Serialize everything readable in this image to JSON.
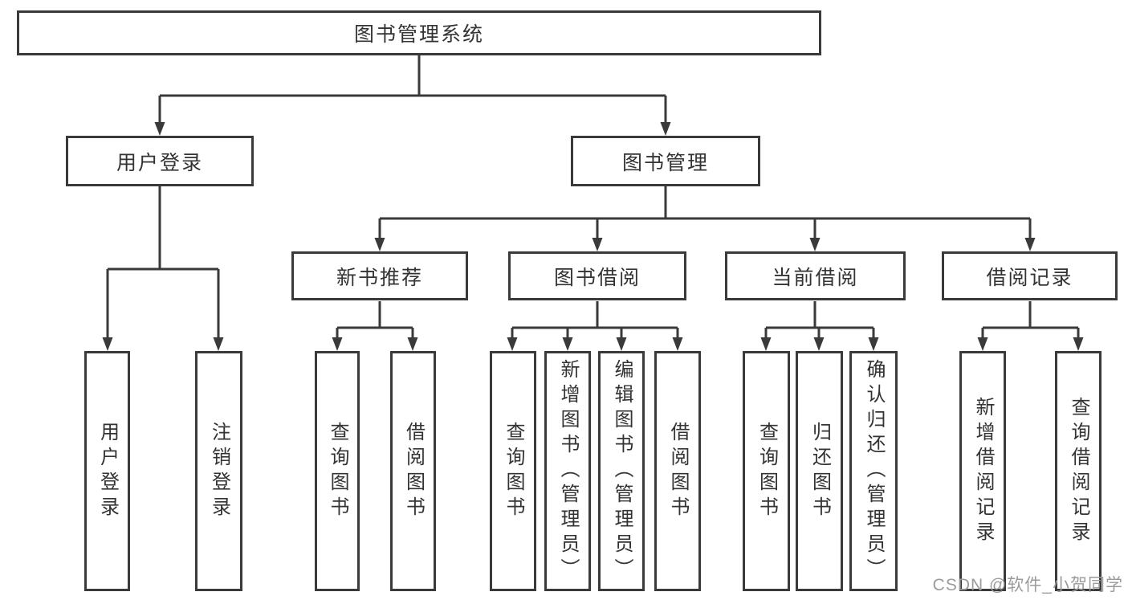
{
  "diagram": {
    "title": "图书管理系统",
    "type": "hierarchy-tree"
  },
  "nodes": {
    "root": {
      "label": "图书管理系统"
    },
    "user_login": {
      "label": "用户登录"
    },
    "book_mgmt": {
      "label": "图书管理"
    },
    "new_rec": {
      "label": "新书推荐"
    },
    "book_borrow": {
      "label": "图书借阅"
    },
    "current_borrow": {
      "label": "当前借阅"
    },
    "borrow_records": {
      "label": "借阅记录"
    },
    "leaf_user_login": {
      "label": "用户登录"
    },
    "leaf_logout": {
      "label": "注销登录"
    },
    "leaf_query_book_rec": {
      "label": "查询图书"
    },
    "leaf_borrow_book_rec": {
      "label": "借阅图书"
    },
    "leaf_query_book_borrow": {
      "label": "查询图书"
    },
    "leaf_add_book": {
      "label": "新增图书（管理员）"
    },
    "leaf_edit_book": {
      "label": "编辑图书（管理员）"
    },
    "leaf_borrow_book": {
      "label": "借阅图书"
    },
    "leaf_query_book_current": {
      "label": "查询图书"
    },
    "leaf_return_book": {
      "label": "归还图书"
    },
    "leaf_confirm_return": {
      "label": "确认归还（管理员）"
    },
    "leaf_add_borrow_record": {
      "label": "新增借阅记录"
    },
    "leaf_query_borrow_record": {
      "label": "查询借阅记录"
    }
  },
  "hierarchy": {
    "图书管理系统": {
      "用户登录": [
        "用户登录",
        "注销登录"
      ],
      "图书管理": {
        "新书推荐": [
          "查询图书",
          "借阅图书"
        ],
        "图书借阅": [
          "查询图书",
          "新增图书（管理员）",
          "编辑图书（管理员）",
          "借阅图书"
        ],
        "当前借阅": [
          "查询图书",
          "归还图书",
          "确认归还（管理员）"
        ],
        "借阅记录": [
          "新增借阅记录",
          "查询借阅记录"
        ]
      }
    }
  },
  "watermark": {
    "text": "CSDN @软件_小贺同学"
  },
  "colors": {
    "background": "#ffffff",
    "line": "#3a3a3a",
    "box_border": "#3a3a3a",
    "text": "#333333",
    "watermark": "#9b9b9b"
  }
}
